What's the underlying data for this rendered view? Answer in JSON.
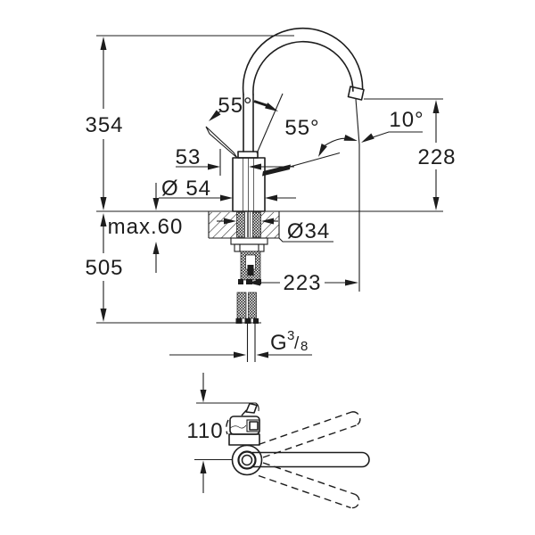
{
  "drawing": {
    "title": "kitchen-sink-mixer-technical-drawing",
    "background_color": "#ffffff",
    "line_color": "#1d1d1d",
    "dimensions": {
      "spout_top_height": "354",
      "lever_offset": "53",
      "body_diameter": "Ø 54",
      "deck_thickness": "max.60",
      "overall_height": "505",
      "lever_swing_angle": "55°",
      "lever_lift_angle": "55°",
      "spout_outlet_angle": "10°",
      "outlet_height": "228",
      "hole_diameter": "Ø34",
      "spout_reach": "223",
      "top_view_depth": "110",
      "thread_letter": "G",
      "thread_numerator": "3",
      "thread_slash": "/",
      "thread_denominator": "8"
    }
  }
}
